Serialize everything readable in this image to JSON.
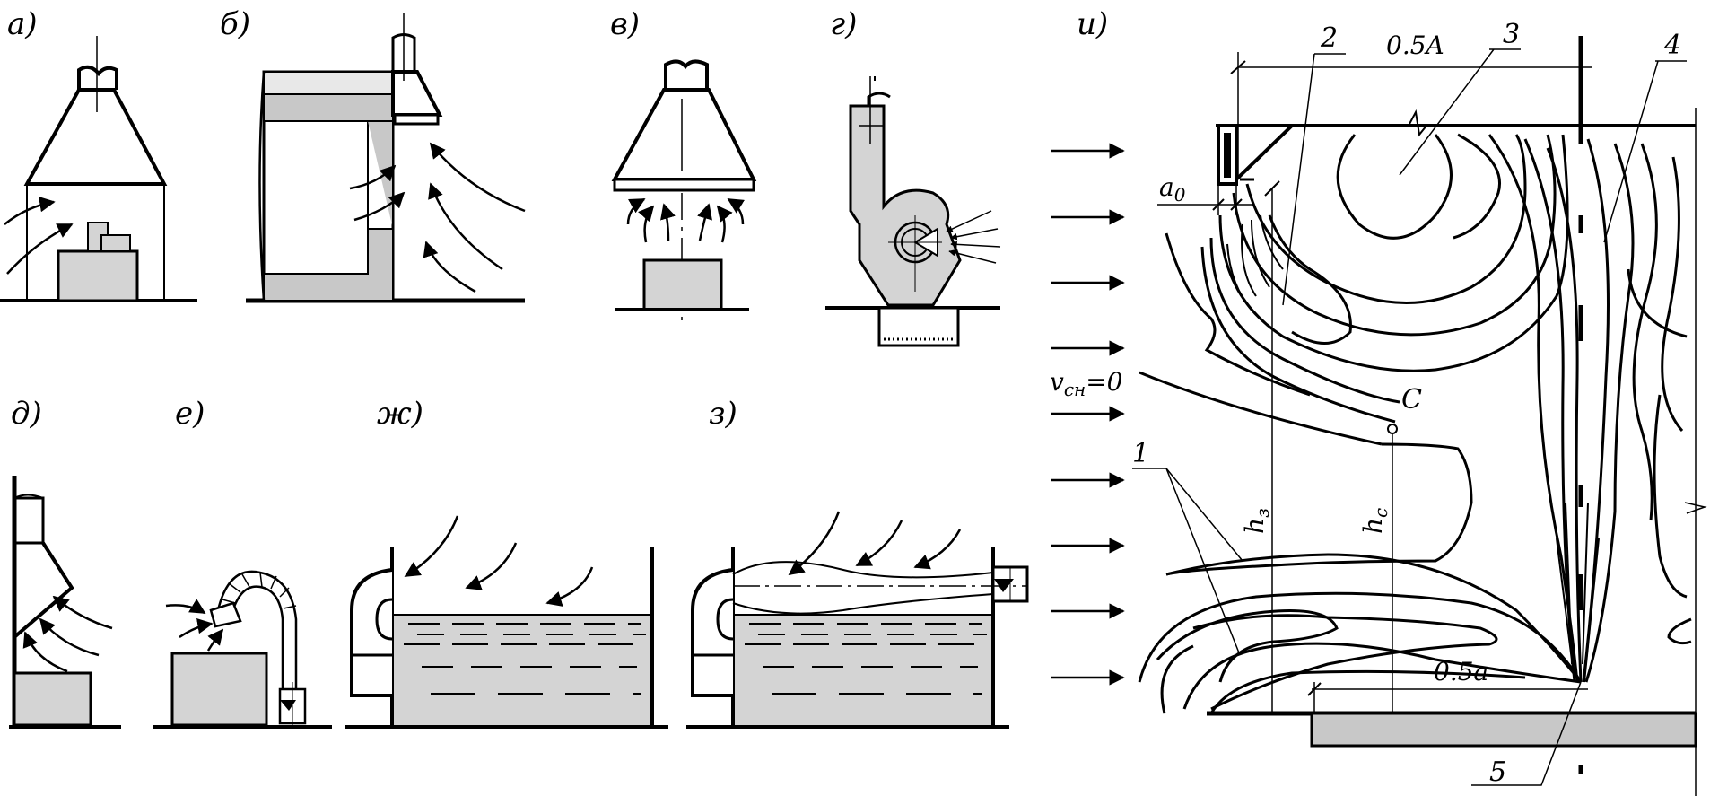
{
  "panels": {
    "a": "а)",
    "b": "б)",
    "v": "в)",
    "g": "г)",
    "d": "д)",
    "e": "е)",
    "zh": "ж)",
    "z": "з)",
    "i": "и)"
  },
  "flow_label": "v",
  "flow_label_sub": "сн",
  "flow_label_eq": "=0",
  "markers": {
    "m1": "1",
    "m2": "2",
    "m3": "3",
    "m4": "4",
    "m5": "5",
    "point_c": "C"
  },
  "dimensions": {
    "half_A": "0.5A",
    "a0": "a",
    "a0_sub": "0",
    "h3": "h",
    "h3_sub": "з",
    "hc": "h",
    "hc_sub": "с",
    "half_a": "0.5a"
  }
}
